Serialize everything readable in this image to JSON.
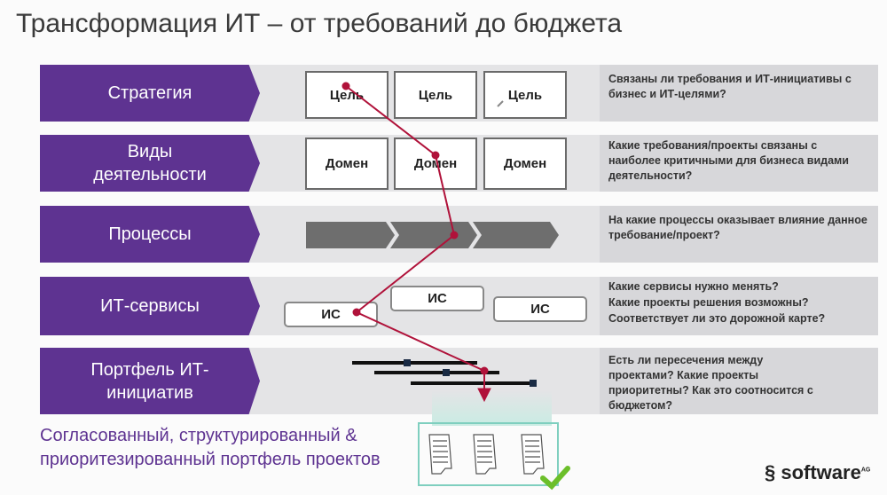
{
  "title": "Трансформация ИТ – от требований до бюджета",
  "rows": [
    {
      "label": "Стратегия",
      "items": [
        "Цель",
        "Цель",
        "Цель"
      ],
      "questions": [
        "Связаны ли требования и ИТ-инициативы с бизнес и ИТ-целями?"
      ]
    },
    {
      "label": "Виды деятельности",
      "items": [
        "Домен",
        "Домен",
        "Домен"
      ],
      "questions": [
        "Какие требования/проекты связаны с наиболее критичными для бизнеса видами деятельности?"
      ]
    },
    {
      "label": "Процессы",
      "questions": [
        "На какие процессы оказывает влияние данное требование/проект?"
      ]
    },
    {
      "label": "ИТ-сервисы",
      "items": [
        "ИС",
        "ИС",
        "ИС"
      ],
      "questions": [
        "Какие сервисы нужно менять?",
        "Какие проекты решения возможны?",
        "Соответствует ли это дорожной карте?"
      ]
    },
    {
      "label": "Портфель ИТ-инициатив",
      "questions": [
        "Есть ли пересечения между проектами? Какие проекты приоритетны? Как это соотносится с бюджетом?"
      ]
    }
  ],
  "result_text": "Согласованный, структурированный & приоритезированный портфель проектов",
  "logo": "software AG",
  "colors": {
    "purple": "#5e3391",
    "path": "#b0123a",
    "teal": "#7fcfbf",
    "check": "#6cbf2a"
  }
}
